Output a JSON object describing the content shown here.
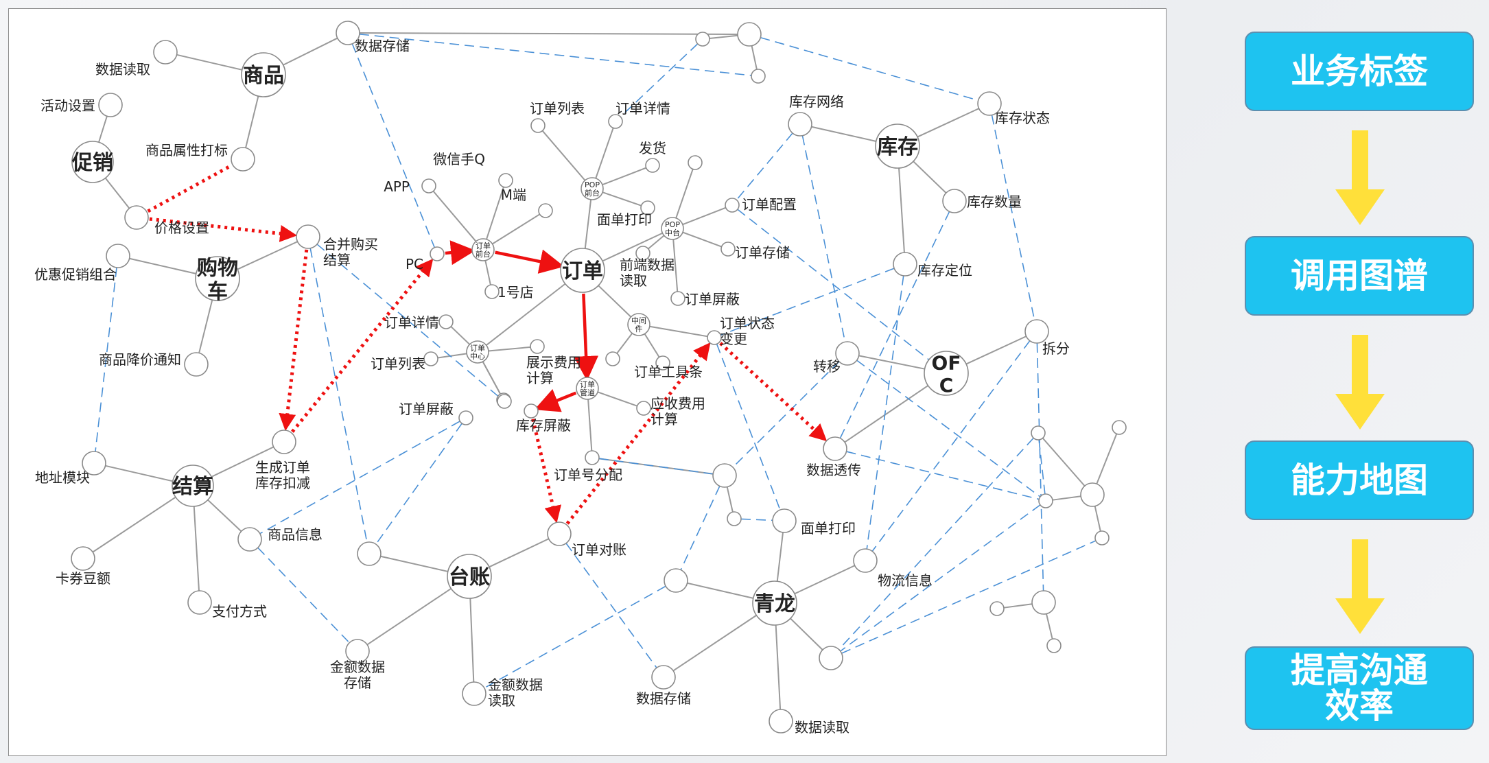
{
  "graph": {
    "nodes": [
      {
        "id": "shangpin",
        "label": "商品",
        "kind": "hub"
      },
      {
        "id": "cuxiao",
        "label": "促销",
        "kind": "hub"
      },
      {
        "id": "gouwuche",
        "label": "购物\n车",
        "kind": "hub"
      },
      {
        "id": "dingdan",
        "label": "订单",
        "kind": "hub"
      },
      {
        "id": "kucun",
        "label": "库存",
        "kind": "hub"
      },
      {
        "id": "ofc",
        "label": "OF\nC",
        "kind": "hub"
      },
      {
        "id": "jiesuan",
        "label": "结算",
        "kind": "hub"
      },
      {
        "id": "taizhang",
        "label": "台账",
        "kind": "hub"
      },
      {
        "id": "qinglong",
        "label": "青龙",
        "kind": "hub"
      },
      {
        "id": "dd_qiantai",
        "label": "订单\n前台",
        "kind": "sub"
      },
      {
        "id": "pop_qiantai",
        "label": "POP\n前台",
        "kind": "sub"
      },
      {
        "id": "pop_zhongtai",
        "label": "POP\n中台",
        "kind": "sub"
      },
      {
        "id": "dd_zhongxin",
        "label": "订单\n中心",
        "kind": "sub"
      },
      {
        "id": "zhongjian",
        "label": "中间\n件",
        "kind": "sub"
      },
      {
        "id": "dd_guandao",
        "label": "订单\n管道",
        "kind": "sub"
      },
      {
        "id": "sp_read",
        "label": "数据读取",
        "kind": "leaf"
      },
      {
        "id": "sp_store",
        "label": "数据存储",
        "kind": "leaf"
      },
      {
        "id": "sp_attr",
        "label": "商品属性打标",
        "kind": "leaf"
      },
      {
        "id": "cx_activity",
        "label": "活动设置",
        "kind": "leaf"
      },
      {
        "id": "cx_price",
        "label": "价格设置",
        "kind": "leaf"
      },
      {
        "id": "gw_merge",
        "label": "合并购买\n结算",
        "kind": "leaf"
      },
      {
        "id": "gw_combo",
        "label": "优惠促销组合",
        "kind": "leaf"
      },
      {
        "id": "gw_drop",
        "label": "商品降价通知",
        "kind": "leaf"
      },
      {
        "id": "q_app",
        "label": "APP",
        "kind": "leaf"
      },
      {
        "id": "q_wx",
        "label": "微信手Q",
        "kind": "leaf"
      },
      {
        "id": "q_m",
        "label": "M端",
        "kind": "leaf"
      },
      {
        "id": "q_pc",
        "label": "PC",
        "kind": "leaf"
      },
      {
        "id": "q_1hao",
        "label": "1号店",
        "kind": "leaf"
      },
      {
        "id": "pq_list",
        "label": "订单列表",
        "kind": "leaf"
      },
      {
        "id": "pq_detail",
        "label": "订单详情",
        "kind": "leaf"
      },
      {
        "id": "pq_ship",
        "label": "发货",
        "kind": "leaf"
      },
      {
        "id": "pq_print",
        "label": "面单打印",
        "kind": "leaf"
      },
      {
        "id": "pz_config",
        "label": "订单配置",
        "kind": "leaf"
      },
      {
        "id": "pz_store",
        "label": "订单存储",
        "kind": "leaf"
      },
      {
        "id": "pz_read",
        "label": "前端数据\n读取",
        "kind": "leaf"
      },
      {
        "id": "pz_mask",
        "label": "订单屏蔽",
        "kind": "leaf"
      },
      {
        "id": "zx_detail",
        "label": "订单详情",
        "kind": "leaf"
      },
      {
        "id": "zx_list",
        "label": "订单列表",
        "kind": "leaf"
      },
      {
        "id": "zx_mask",
        "label": "订单屏蔽",
        "kind": "leaf"
      },
      {
        "id": "zx_fee",
        "label": "展示费用\n计算",
        "kind": "leaf"
      },
      {
        "id": "zj_state",
        "label": "订单状态\n变更",
        "kind": "leaf"
      },
      {
        "id": "zj_tool",
        "label": "订单工具条",
        "kind": "leaf"
      },
      {
        "id": "gd_stock",
        "label": "库存屏蔽",
        "kind": "leaf"
      },
      {
        "id": "gd_fee",
        "label": "应收费用\n计算",
        "kind": "leaf"
      },
      {
        "id": "gd_split",
        "label": "订单号分配",
        "kind": "leaf"
      },
      {
        "id": "kc_net",
        "label": "库存网络",
        "kind": "leaf"
      },
      {
        "id": "kc_state",
        "label": "库存状态",
        "kind": "leaf"
      },
      {
        "id": "kc_qty",
        "label": "库存数量",
        "kind": "leaf"
      },
      {
        "id": "kc_loc",
        "label": "库存定位",
        "kind": "leaf"
      },
      {
        "id": "of_move",
        "label": "转移",
        "kind": "leaf"
      },
      {
        "id": "of_split",
        "label": "拆分",
        "kind": "leaf"
      },
      {
        "id": "of_trans",
        "label": "数据透传",
        "kind": "leaf"
      },
      {
        "id": "js_gen",
        "label": "生成订单\n库存扣减",
        "kind": "leaf"
      },
      {
        "id": "js_addr",
        "label": "地址模块",
        "kind": "leaf"
      },
      {
        "id": "js_card",
        "label": "卡券豆额",
        "kind": "leaf"
      },
      {
        "id": "js_pay",
        "label": "支付方式",
        "kind": "leaf"
      },
      {
        "id": "js_goods",
        "label": "商品信息",
        "kind": "leaf"
      },
      {
        "id": "tz_check",
        "label": "订单对账",
        "kind": "leaf"
      },
      {
        "id": "tz_store",
        "label": "金额数据\n存储",
        "kind": "leaf"
      },
      {
        "id": "tz_read",
        "label": "金额数据\n读取",
        "kind": "leaf"
      },
      {
        "id": "ql_print",
        "label": "面单打印",
        "kind": "leaf"
      },
      {
        "id": "ql_logi",
        "label": "物流信息",
        "kind": "leaf"
      },
      {
        "id": "ql_store",
        "label": "数据存储",
        "kind": "leaf"
      },
      {
        "id": "ql_read",
        "label": "数据读取",
        "kind": "leaf"
      },
      {
        "id": "b1",
        "label": "",
        "kind": "blank"
      },
      {
        "id": "b2",
        "label": "",
        "kind": "blank"
      },
      {
        "id": "b3",
        "label": "",
        "kind": "blank"
      },
      {
        "id": "b4",
        "label": "",
        "kind": "blank"
      },
      {
        "id": "b5",
        "label": "",
        "kind": "blank"
      },
      {
        "id": "b6",
        "label": "",
        "kind": "blank"
      },
      {
        "id": "b7",
        "label": "",
        "kind": "blank"
      },
      {
        "id": "b8",
        "label": "",
        "kind": "blank"
      },
      {
        "id": "b9",
        "label": "",
        "kind": "blank"
      },
      {
        "id": "b10",
        "label": "",
        "kind": "blank"
      },
      {
        "id": "b11",
        "label": "",
        "kind": "blank"
      },
      {
        "id": "b12",
        "label": "",
        "kind": "blank"
      },
      {
        "id": "b13",
        "label": "",
        "kind": "blank"
      },
      {
        "id": "b14",
        "label": "",
        "kind": "blank"
      },
      {
        "id": "b15",
        "label": "",
        "kind": "blank"
      },
      {
        "id": "b16",
        "label": "",
        "kind": "blank"
      },
      {
        "id": "b17",
        "label": "",
        "kind": "blank"
      },
      {
        "id": "b18",
        "label": "",
        "kind": "blank"
      },
      {
        "id": "b19",
        "label": "",
        "kind": "blank"
      },
      {
        "id": "b20",
        "label": "",
        "kind": "blank"
      }
    ],
    "edges": [
      [
        "shangpin",
        "sp_read",
        "solid"
      ],
      [
        "shangpin",
        "sp_store",
        "solid"
      ],
      [
        "shangpin",
        "sp_attr",
        "solid"
      ],
      [
        "cuxiao",
        "cx_activity",
        "solid"
      ],
      [
        "cuxiao",
        "cx_price",
        "solid"
      ],
      [
        "gouwuche",
        "gw_combo",
        "solid"
      ],
      [
        "gouwuche",
        "gw_drop",
        "solid"
      ],
      [
        "gouwuche",
        "gw_merge",
        "solid"
      ],
      [
        "dd_qiantai",
        "q_app",
        "solid"
      ],
      [
        "dd_qiantai",
        "q_wx",
        "solid"
      ],
      [
        "dd_qiantai",
        "q_m",
        "solid"
      ],
      [
        "dd_qiantai",
        "q_1hao",
        "solid"
      ],
      [
        "dingdan",
        "pop_qiantai",
        "solid"
      ],
      [
        "pop_qiantai",
        "pq_list",
        "solid"
      ],
      [
        "pop_qiantai",
        "pq_detail",
        "solid"
      ],
      [
        "pop_qiantai",
        "pq_ship",
        "solid"
      ],
      [
        "pop_qiantai",
        "pq_print",
        "solid"
      ],
      [
        "dingdan",
        "pop_zhongtai",
        "solid"
      ],
      [
        "pop_zhongtai",
        "b1",
        "solid"
      ],
      [
        "pop_zhongtai",
        "pz_config",
        "solid"
      ],
      [
        "pop_zhongtai",
        "pz_store",
        "solid"
      ],
      [
        "pop_zhongtai",
        "pz_mask",
        "solid"
      ],
      [
        "pop_zhongtai",
        "pz_read",
        "solid"
      ],
      [
        "dingdan",
        "dd_zhongxin",
        "solid"
      ],
      [
        "dd_zhongxin",
        "zx_detail",
        "solid"
      ],
      [
        "dd_zhongxin",
        "zx_list",
        "solid"
      ],
      [
        "dd_zhongxin",
        "zx_fee",
        "solid"
      ],
      [
        "dd_zhongxin",
        "b2",
        "solid"
      ],
      [
        "dd_zhongxin",
        "b3",
        "solid"
      ],
      [
        "dingdan",
        "zhongjian",
        "solid"
      ],
      [
        "zhongjian",
        "zj_state",
        "solid"
      ],
      [
        "zhongjian",
        "zj_tool",
        "solid"
      ],
      [
        "zhongjian",
        "b4",
        "solid"
      ],
      [
        "dd_guandao",
        "gd_fee",
        "solid"
      ],
      [
        "dd_guandao",
        "gd_split",
        "solid"
      ],
      [
        "kucun",
        "kc_net",
        "solid"
      ],
      [
        "kucun",
        "kc_state",
        "solid"
      ],
      [
        "kucun",
        "kc_qty",
        "solid"
      ],
      [
        "kucun",
        "kc_loc",
        "solid"
      ],
      [
        "ofc",
        "of_move",
        "solid"
      ],
      [
        "ofc",
        "of_split",
        "solid"
      ],
      [
        "ofc",
        "of_trans",
        "solid"
      ],
      [
        "jiesuan",
        "js_gen",
        "solid"
      ],
      [
        "jiesuan",
        "js_addr",
        "solid"
      ],
      [
        "jiesuan",
        "js_card",
        "solid"
      ],
      [
        "jiesuan",
        "js_pay",
        "solid"
      ],
      [
        "jiesuan",
        "js_goods",
        "solid"
      ],
      [
        "taizhang",
        "tz_check",
        "solid"
      ],
      [
        "taizhang",
        "tz_store",
        "solid"
      ],
      [
        "taizhang",
        "tz_read",
        "solid"
      ],
      [
        "taizhang",
        "b5",
        "solid"
      ],
      [
        "qinglong",
        "ql_print",
        "solid"
      ],
      [
        "qinglong",
        "ql_logi",
        "solid"
      ],
      [
        "qinglong",
        "ql_store",
        "solid"
      ],
      [
        "qinglong",
        "ql_read",
        "solid"
      ],
      [
        "qinglong",
        "b6",
        "solid"
      ],
      [
        "qinglong",
        "b7",
        "solid"
      ],
      [
        "b8",
        "b9",
        "solid"
      ],
      [
        "b8",
        "b10",
        "solid"
      ],
      [
        "b8",
        "sp_store",
        "solid"
      ],
      [
        "b11",
        "b12",
        "solid"
      ],
      [
        "b11",
        "b13",
        "solid"
      ],
      [
        "b11",
        "b14",
        "solid"
      ],
      [
        "b11",
        "b15",
        "solid"
      ],
      [
        "b16",
        "b17",
        "solid"
      ],
      [
        "b16",
        "b18",
        "solid"
      ],
      [
        "b19",
        "b20",
        "solid"
      ],
      [
        "b19",
        "gd_split",
        "solid"
      ],
      [
        "sp_store",
        "b9",
        "dash"
      ],
      [
        "sp_store",
        "q_pc",
        "dash"
      ],
      [
        "b8",
        "kc_state",
        "dash"
      ],
      [
        "b10",
        "pq_detail",
        "dash"
      ],
      [
        "kc_state",
        "of_split",
        "dash"
      ],
      [
        "kc_net",
        "pz_config",
        "dash"
      ],
      [
        "kc_net",
        "of_move",
        "dash"
      ],
      [
        "pz_config",
        "ofc",
        "dash"
      ],
      [
        "kc_loc",
        "zj_state",
        "dash"
      ],
      [
        "kc_qty",
        "of_trans",
        "dash"
      ],
      [
        "kc_loc",
        "ql_logi",
        "dash"
      ],
      [
        "of_split",
        "ql_logi",
        "dash"
      ],
      [
        "of_split",
        "b16",
        "dash"
      ],
      [
        "gw_combo",
        "js_addr",
        "dash"
      ],
      [
        "gw_merge",
        "b5",
        "dash"
      ],
      [
        "gw_merge",
        "b3",
        "dash"
      ],
      [
        "zx_mask",
        "js_goods",
        "dash"
      ],
      [
        "zx_mask",
        "b5",
        "dash"
      ],
      [
        "js_goods",
        "tz_store",
        "dash"
      ],
      [
        "b6",
        "tz_read",
        "dash"
      ],
      [
        "gd_split",
        "b19",
        "dash"
      ],
      [
        "b19",
        "b6",
        "dash"
      ],
      [
        "b20",
        "ql_print",
        "dash"
      ],
      [
        "zj_state",
        "ql_print",
        "dash"
      ],
      [
        "of_move",
        "b19",
        "dash"
      ],
      [
        "of_move",
        "b14",
        "dash"
      ],
      [
        "b14",
        "b7",
        "dash"
      ],
      [
        "b13",
        "b7",
        "dash"
      ],
      [
        "of_trans",
        "b14",
        "dash"
      ],
      [
        "b7",
        "b15",
        "dash"
      ],
      [
        "tz_check",
        "ql_store",
        "dash"
      ],
      [
        "b13",
        "b14",
        "dash"
      ]
    ],
    "flows": [
      [
        "q_pc",
        "dd_qiantai",
        "solid"
      ],
      [
        "dd_qiantai",
        "dingdan",
        "solid"
      ],
      [
        "dingdan",
        "dd_guandao",
        "solid"
      ],
      [
        "dd_guandao",
        "gd_stock",
        "solid"
      ],
      [
        "cx_price",
        "gw_merge",
        "dotted"
      ],
      [
        "cx_price",
        "sp_attr",
        "dotted_noarrow"
      ],
      [
        "gw_merge",
        "js_gen",
        "dotted"
      ],
      [
        "js_gen",
        "q_pc",
        "dotted"
      ],
      [
        "gd_stock",
        "tz_check",
        "dotted"
      ],
      [
        "tz_check",
        "zj_state",
        "dotted"
      ],
      [
        "zj_state",
        "of_trans",
        "dotted"
      ]
    ]
  },
  "flow_panel": {
    "steps": [
      "业务标签",
      "调用图谱",
      "能力地图",
      "提高沟通\n效率"
    ],
    "accent_color": "#1ec3f0",
    "arrow_color": "#ffe03a"
  }
}
